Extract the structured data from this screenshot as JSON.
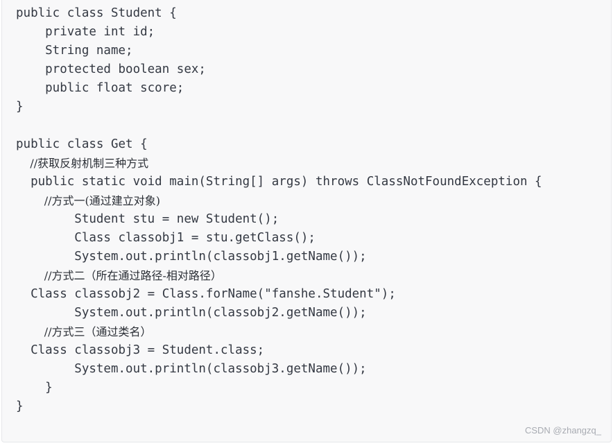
{
  "code": {
    "lines": [
      "public class Student {",
      "    private int id;",
      "    String name;",
      "    protected boolean sex;",
      "    public float score;",
      "}",
      "",
      "public class Get {",
      "    //获取反射机制三种方式",
      "  public static void main(String[] args) throws ClassNotFoundException {",
      "        //方式一(通过建立对象)",
      "        Student stu = new Student();",
      "        Class classobj1 = stu.getClass();",
      "        System.out.println(classobj1.getName());",
      "        //方式二（所在通过路径-相对路径）",
      "  Class classobj2 = Class.forName(\"fanshe.Student\");",
      "        System.out.println(classobj2.getName());",
      "        //方式三（通过类名）",
      "  Class classobj3 = Student.class;",
      "        System.out.println(classobj3.getName());",
      "    }",
      "}"
    ]
  },
  "watermark": "CSDN @zhangzq_"
}
